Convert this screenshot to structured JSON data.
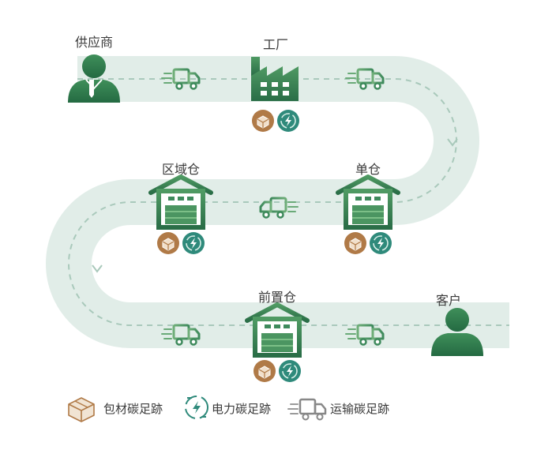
{
  "nodes": {
    "supplier": "供应商",
    "factory": "工厂",
    "regional_warehouse": "区域仓",
    "single_warehouse": "单仓",
    "front_warehouse": "前置仓",
    "customer": "客户"
  },
  "legend": {
    "packaging": "包材碳足跡",
    "electricity": "电力碳足跡",
    "transport": "运输碳足跡"
  },
  "colors": {
    "road": "#e1ede8",
    "green_dark": "#2f7d4f",
    "green_mid": "#5aa368",
    "teal": "#2f8a7b",
    "brown": "#b07a47",
    "dash": "#a9c9bb"
  },
  "icons": [
    "person-icon",
    "factory-icon",
    "warehouse-icon",
    "truck-icon",
    "box-icon",
    "electricity-icon"
  ]
}
